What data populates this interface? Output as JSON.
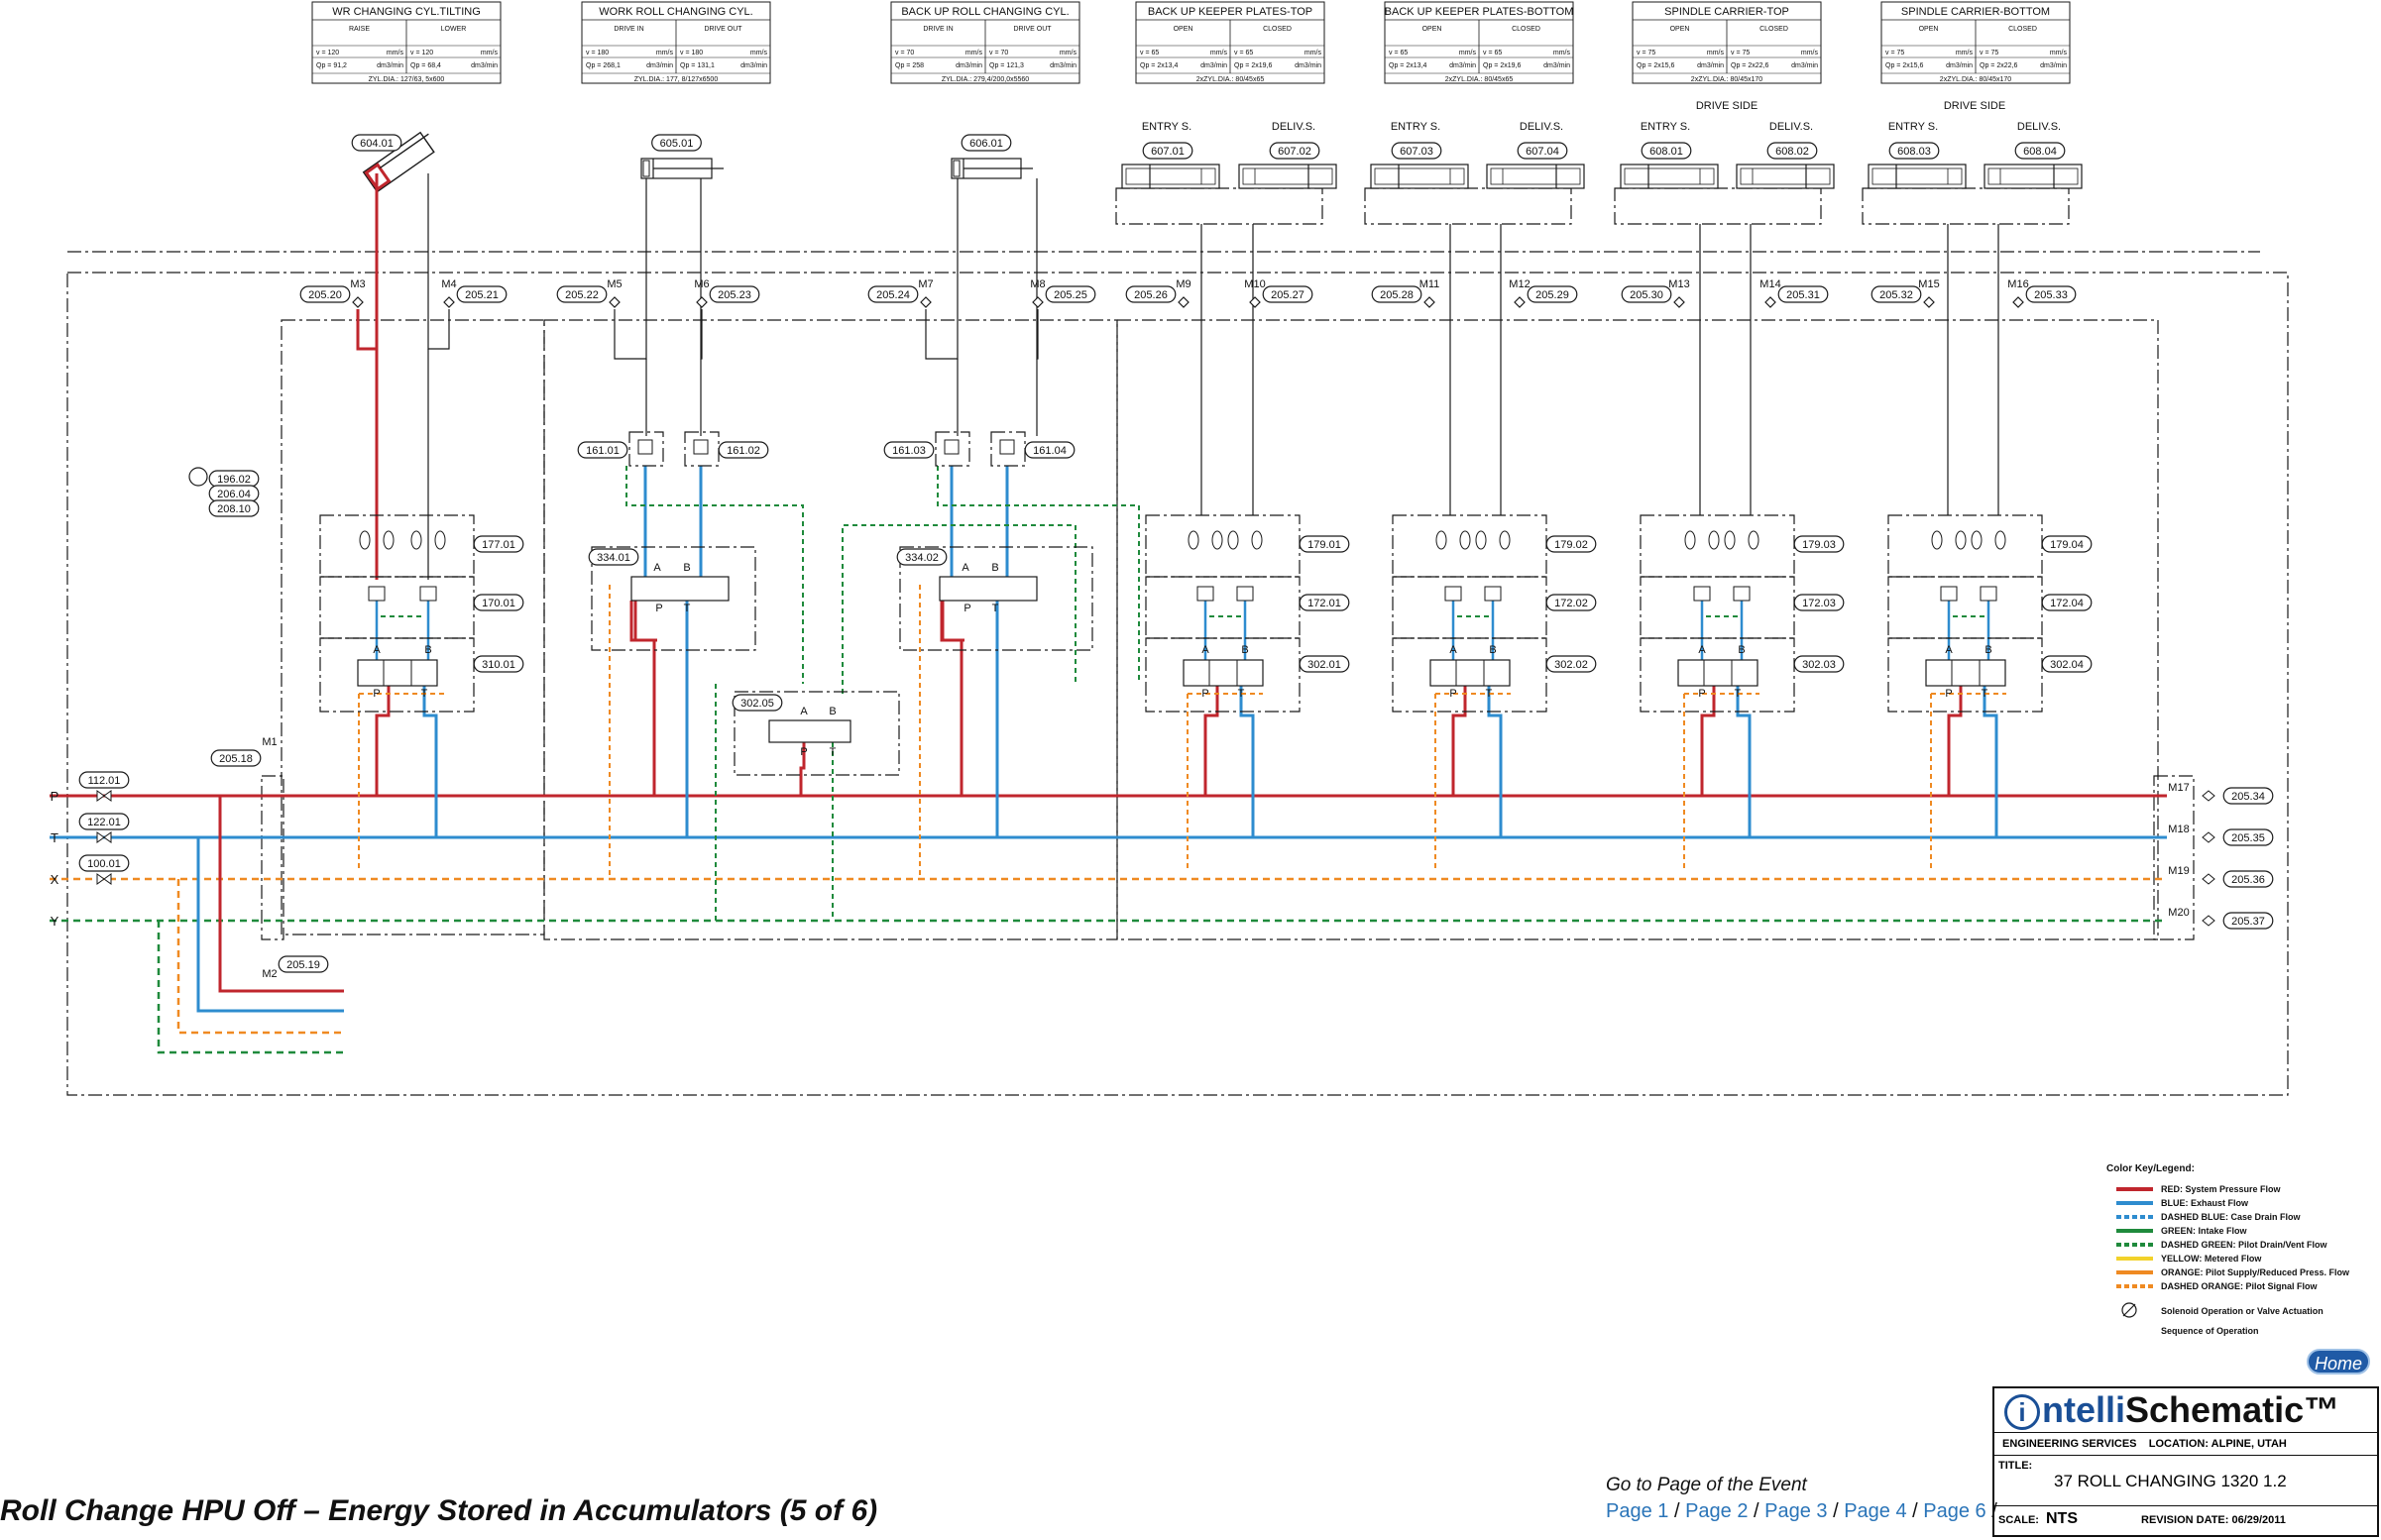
{
  "header_boxes": [
    {
      "title": "WR CHANGING CYL.TILTING",
      "left_label": "RAISE",
      "right_label": "LOWER",
      "v_left": "v = 120",
      "v_right": "v = 120",
      "v_unit": "mm/s",
      "qp_left": "Qp = 91,2",
      "qp_right": "Qp = 68,4",
      "qp_unit": "dm3/min",
      "note": "ZYL.DIA.: 127/63, 5x600"
    },
    {
      "title": "WORK ROLL CHANGING CYL.",
      "left_label": "DRIVE IN",
      "right_label": "DRIVE OUT",
      "v_left": "v = 180",
      "v_right": "v = 180",
      "v_unit": "mm/s",
      "qp_left": "Qp = 268,1",
      "qp_right": "Qp = 131,1",
      "qp_unit": "dm3/min",
      "note": "ZYL.DIA.: 177, 8/127x6500"
    },
    {
      "title": "BACK UP ROLL CHANGING CYL.",
      "left_label": "DRIVE IN",
      "right_label": "DRIVE OUT",
      "v_left": "v = 70",
      "v_right": "v = 70",
      "v_unit": "mm/s",
      "qp_left": "Qp = 258",
      "qp_right": "Qp = 121,3",
      "qp_unit": "dm3/min",
      "note": "ZYL.DIA.: 279,4/200,0x5560"
    },
    {
      "title": "BACK UP KEEPER PLATES-TOP",
      "left_label": "OPEN",
      "right_label": "CLOSED",
      "v_left": "v = 65",
      "v_right": "v = 65",
      "v_unit": "mm/s",
      "qp_left": "Qp = 2x13,4",
      "qp_right": "Qp = 2x19,6",
      "qp_unit": "dm3/min",
      "note": "2xZYL.DIA.: 80/45x65"
    },
    {
      "title": "BACK UP KEEPER PLATES-BOTTOM",
      "left_label": "OPEN",
      "right_label": "CLOSED",
      "v_left": "v = 65",
      "v_right": "v = 65",
      "v_unit": "mm/s",
      "qp_left": "Qp = 2x13,4",
      "qp_right": "Qp = 2x19,6",
      "qp_unit": "dm3/min",
      "note": "2xZYL.DIA.: 80/45x65"
    },
    {
      "title": "SPINDLE CARRIER-TOP",
      "left_label": "OPEN",
      "right_label": "CLOSED",
      "v_left": "v = 75",
      "v_right": "v = 75",
      "v_unit": "mm/s",
      "qp_left": "Qp = 2x15,6",
      "qp_right": "Qp = 2x22,6",
      "qp_unit": "dm3/min",
      "note": "2xZYL.DIA.: 80/45x170"
    },
    {
      "title": "SPINDLE CARRIER-BOTTOM",
      "left_label": "OPEN",
      "right_label": "CLOSED",
      "v_left": "v = 75",
      "v_right": "v = 75",
      "v_unit": "mm/s",
      "qp_left": "Qp = 2x15,6",
      "qp_right": "Qp = 2x22,6",
      "qp_unit": "dm3/min",
      "note": "2xZYL.DIA.: 80/45x170"
    }
  ],
  "side_labels": [
    "ENTRY S.",
    "DELIV.S.",
    "DRIVE SIDE"
  ],
  "cylinders": [
    "604.01",
    "605.01",
    "606.01",
    "607.01",
    "607.02",
    "607.03",
    "607.04",
    "608.01",
    "608.02",
    "608.03",
    "608.04"
  ],
  "gauge_ports": [
    {
      "m": "M3",
      "tag": "205.20"
    },
    {
      "m": "M4",
      "tag": "205.21"
    },
    {
      "m": "M5",
      "tag": "205.22"
    },
    {
      "m": "M6",
      "tag": "205.23"
    },
    {
      "m": "M7",
      "tag": "205.24"
    },
    {
      "m": "M8",
      "tag": "205.25"
    },
    {
      "m": "M9",
      "tag": "205.26"
    },
    {
      "m": "M10",
      "tag": "205.27"
    },
    {
      "m": "M11",
      "tag": "205.28"
    },
    {
      "m": "M12",
      "tag": "205.29"
    },
    {
      "m": "M13",
      "tag": "205.30"
    },
    {
      "m": "M14",
      "tag": "205.31"
    },
    {
      "m": "M15",
      "tag": "205.32"
    },
    {
      "m": "M16",
      "tag": "205.33"
    }
  ],
  "gauge_tags": [
    "196.02",
    "206.04",
    "208.10"
  ],
  "valve_stack_tags": {
    "throttle": [
      "177.01",
      "179.01",
      "179.02",
      "179.03",
      "179.04"
    ],
    "check": [
      "170.01",
      "172.01",
      "172.02",
      "172.03",
      "172.04"
    ],
    "directional": [
      "310.01",
      "302.01",
      "302.02",
      "302.03",
      "302.04"
    ]
  },
  "pilot_checks": [
    "161.01",
    "161.02",
    "161.03",
    "161.04"
  ],
  "prop_valves": [
    "334.01",
    "334.02"
  ],
  "aux_valve": "302.05",
  "port_letters": [
    "A",
    "B",
    "P",
    "T"
  ],
  "line_labels": [
    "P",
    "T",
    "X",
    "Y"
  ],
  "left_components": [
    "112.01",
    "122.01",
    "100.01"
  ],
  "m1": {
    "m": "M1",
    "tag": "205.18"
  },
  "m2": {
    "m": "M2",
    "tag": "205.19"
  },
  "right_ports": [
    {
      "m": "M17",
      "tag": "205.34"
    },
    {
      "m": "M18",
      "tag": "205.35"
    },
    {
      "m": "M19",
      "tag": "205.36"
    },
    {
      "m": "M20",
      "tag": "205.37"
    }
  ],
  "legend": {
    "title": "Color Key/Legend:",
    "items": [
      {
        "label": "RED: System Pressure Flow",
        "color": "#c0262d",
        "dash": false
      },
      {
        "label": "BLUE: Exhaust Flow",
        "color": "#2e8ccf",
        "dash": false
      },
      {
        "label": "DASHED BLUE: Case Drain Flow",
        "color": "#2e8ccf",
        "dash": true
      },
      {
        "label": "GREEN: Intake Flow",
        "color": "#1f8a3c",
        "dash": false
      },
      {
        "label": "DASHED GREEN: Pilot Drain/Vent Flow",
        "color": "#1f8a3c",
        "dash": true
      },
      {
        "label": "YELLOW: Metered Flow",
        "color": "#f2d22a",
        "dash": false
      },
      {
        "label": "ORANGE: Pilot Supply/Reduced Press. Flow",
        "color": "#ef8a22",
        "dash": false
      },
      {
        "label": "DASHED ORANGE: Pilot Signal Flow",
        "color": "#ef8a22",
        "dash": true
      }
    ],
    "solenoid_label": "Solenoid Operation or Valve Actuation",
    "sequence_label": "Sequence of Operation"
  },
  "page_title": "Roll Change HPU Off – Energy Stored in Accumulators (5 of 6)",
  "goto": {
    "label": "Go to Page of the Event",
    "pages": [
      "Page 1",
      "Page 2",
      "Page 3",
      "Page 4",
      "Page 6"
    ]
  },
  "home_label": "Home",
  "title_block": {
    "logo_prefix": "ntelli",
    "logo_bold": "Schematic™",
    "logo_i": "i",
    "eng": "ENGINEERING SERVICES",
    "location": "LOCATION: ALPINE, UTAH",
    "title_key": "TITLE:",
    "title": "37 ROLL CHANGING 1320 1.2",
    "scale_key": "SCALE:",
    "scale": "NTS",
    "revision": "REVISION DATE: 06/29/2011"
  },
  "colors": {
    "pressure": "#c0262d",
    "exhaust": "#2e8ccf",
    "pilot_drain": "#1f8a3c",
    "pilot_signal": "#ef8a22",
    "ink": "#1a1a1a",
    "link": "#2a74b8"
  }
}
